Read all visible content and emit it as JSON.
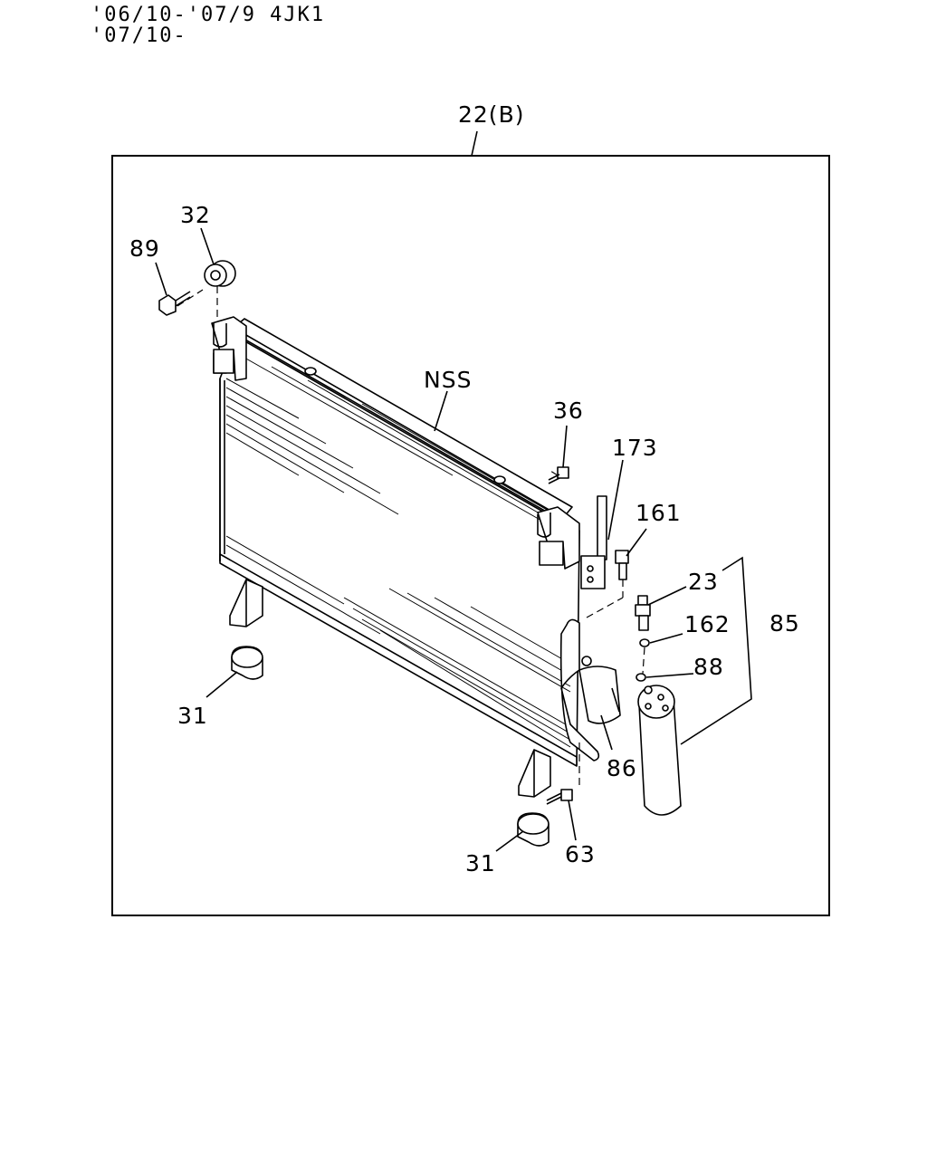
{
  "header": {
    "line1": "'06/10-'07/9 4JK1",
    "line2": "'07/10-"
  },
  "assembly_label": "22(B)",
  "callouts": {
    "c32": "32",
    "c89": "89",
    "nss": "NSS",
    "c36": "36",
    "c173": "173",
    "c161": "161",
    "c23": "23",
    "c162": "162",
    "c85": "85",
    "c88": "88",
    "c31a": "31",
    "c86": "86",
    "c63": "63",
    "c31b": "31"
  }
}
